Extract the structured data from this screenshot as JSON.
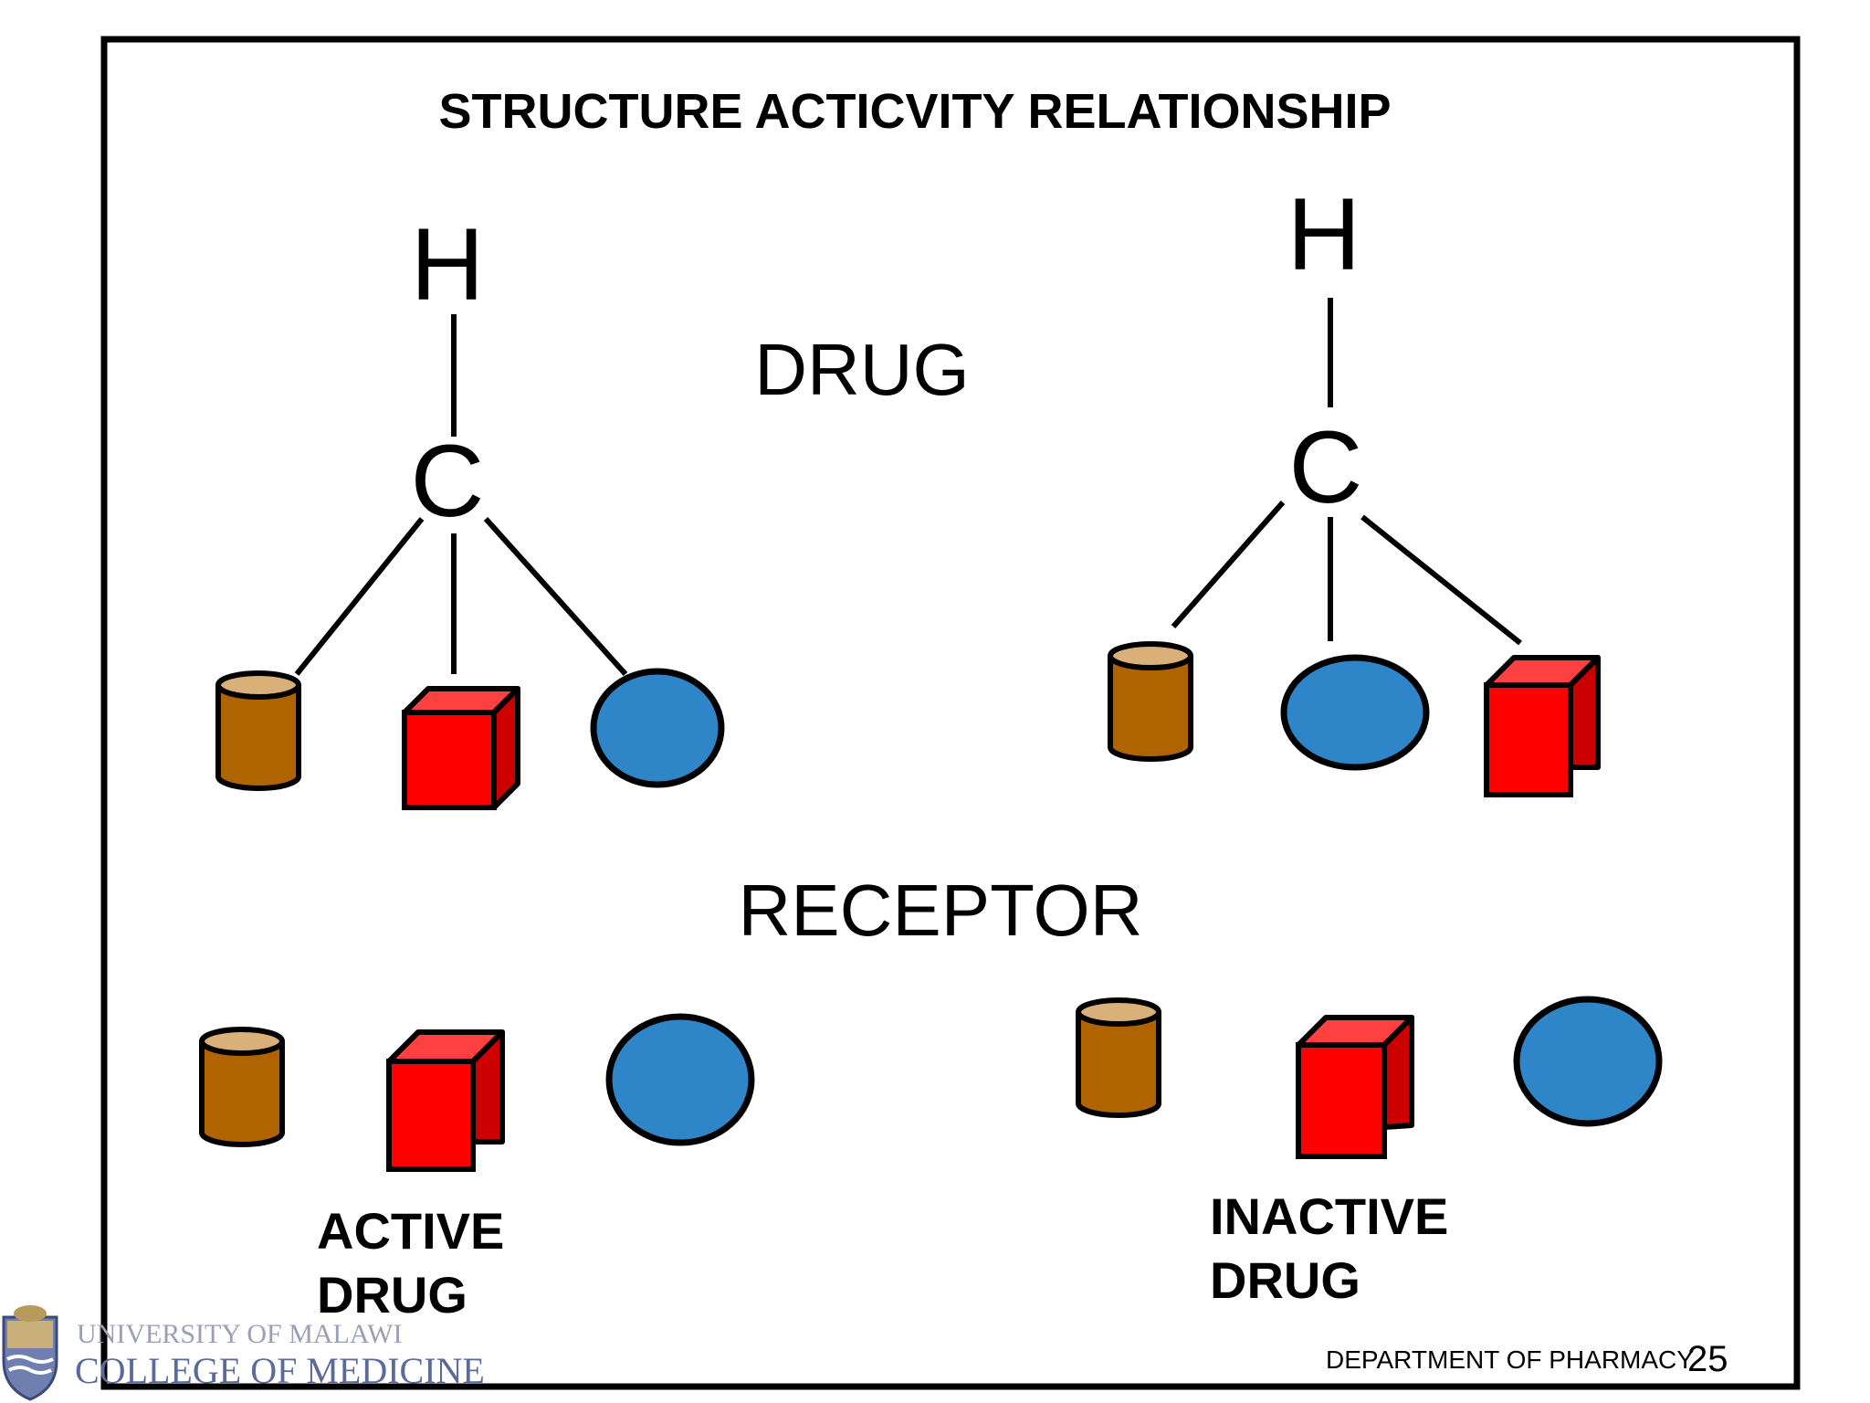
{
  "slide": {
    "title": "STRUCTURE ACTICVITY RELATIONSHIP",
    "drug_label": "DRUG",
    "receptor_label": "RECEPTOR",
    "page_number": "25",
    "footer": {
      "department": "DEPARTMENT OF PHARMACY",
      "university": "UNIVERSITY OF MALAWI",
      "college": "COLLEGE OF MEDICINE"
    }
  },
  "molecule_left": {
    "top_atom": "H",
    "center_atom": "C"
  },
  "molecule_right": {
    "top_atom": "H",
    "center_atom": "C"
  },
  "outcomes": {
    "active": {
      "line1": "ACTIVE",
      "line2": "DRUG"
    },
    "inactive": {
      "line1": "INACTIVE",
      "line2": "DRUG"
    }
  },
  "colors": {
    "frame": "#000000",
    "cylinder_body": "#B06400",
    "cylinder_top": "#D9B07A",
    "cube_front": "#FF0000",
    "cube_top": "#FF4040",
    "cube_side": "#CC0000",
    "sphere": "#2E86C8",
    "logo_text": "#9A9FB8",
    "college_text": "#5C6A9A"
  }
}
